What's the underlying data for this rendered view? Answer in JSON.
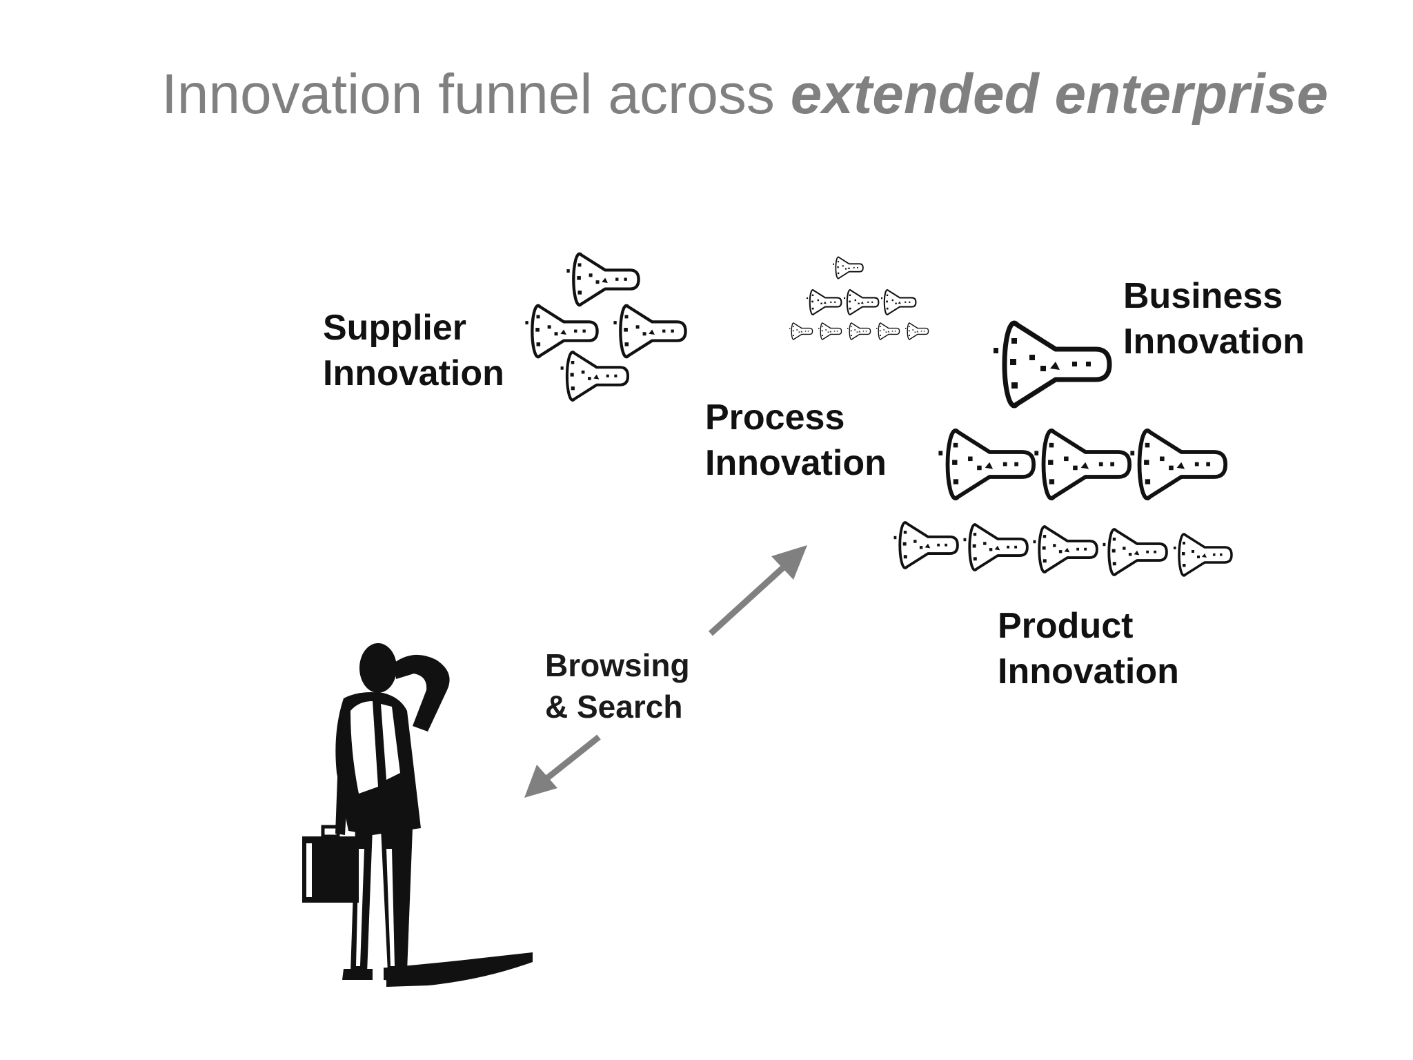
{
  "title": {
    "plain": "Innovation funnel across ",
    "emphasis": "extended enterprise"
  },
  "labels": {
    "supplier": [
      "Supplier",
      "Innovation"
    ],
    "process": [
      "Process",
      "Innovation"
    ],
    "business": [
      "Business",
      "Innovation"
    ],
    "product": [
      "Product",
      "Innovation"
    ],
    "browsing": [
      "Browsing",
      "& Search"
    ]
  },
  "icons": {
    "funnel": "funnel-icon",
    "person": "businessman-icon",
    "arrow": "arrow-icon"
  },
  "colors": {
    "title": "#808080",
    "arrow": "#808080",
    "ink": "#111111"
  }
}
